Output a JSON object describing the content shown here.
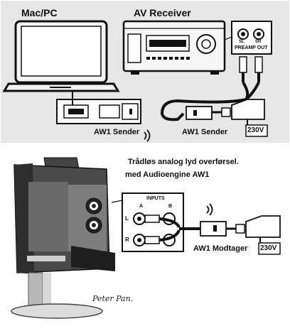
{
  "labels": {
    "mac_pc": "Mac/PC",
    "av_receiver": "AV Receiver",
    "preamp_out": "PREAMP OUT",
    "sl": "SL",
    "sr": "SR",
    "sender_1": "AW1 Sender",
    "sender_2": "AW1 Sender",
    "power_top": "230V",
    "caption_line1": "Trådløs analog lyd overførsel.",
    "caption_line2": "med  Audioengine AW1",
    "inputs": "INPUTS",
    "input_a": "A",
    "input_b": "B",
    "input_l": "L",
    "input_r": "R",
    "receiver_label": "AW1  Modtager",
    "power_bottom": "230V",
    "signature": "Peter Pan."
  }
}
